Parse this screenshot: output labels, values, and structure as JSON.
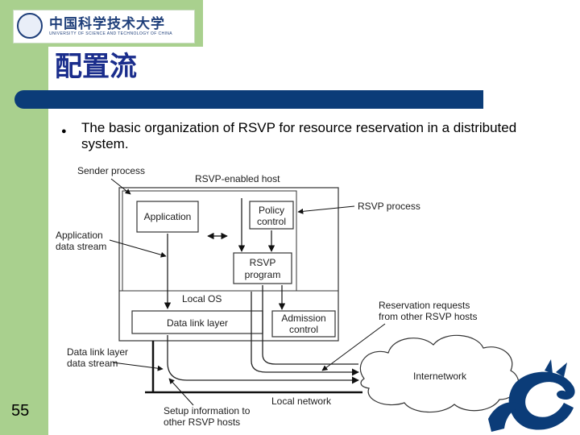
{
  "header": {
    "logo_title": "中国科学技术大学",
    "logo_subtitle": "UNIVERSITY OF SCIENCE AND TECHNOLOGY OF CHINA"
  },
  "slide": {
    "title": "配置流",
    "bullet": "The basic organization of RSVP for resource reservation in a distributed system.",
    "page_number": "55"
  },
  "diagram": {
    "labels": {
      "sender_process": "Sender process",
      "rsvp_enabled_host": "RSVP-enabled host",
      "rsvp_process": "RSVP process",
      "application": "Application",
      "policy_control_1": "Policy",
      "policy_control_2": "control",
      "application_data_stream_1": "Application",
      "application_data_stream_2": "data stream",
      "rsvp_program_1": "RSVP",
      "rsvp_program_2": "program",
      "local_os": "Local OS",
      "data_link_layer": "Data link layer",
      "admission_control_1": "Admission",
      "admission_control_2": "control",
      "reservation_requests_1": "Reservation requests",
      "reservation_requests_2": "from other RSVP hosts",
      "data_link_layer_stream_1": "Data link layer",
      "data_link_layer_stream_2": "data stream",
      "internetwork": "Internetwork",
      "local_network": "Local network",
      "setup_information_1": "Setup information to",
      "setup_information_2": "other RSVP hosts"
    }
  }
}
